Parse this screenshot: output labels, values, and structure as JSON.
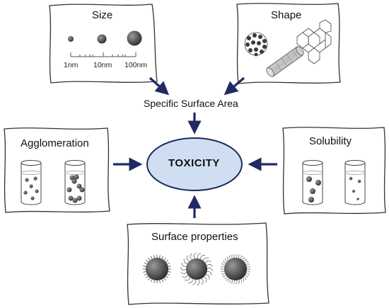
{
  "center": {
    "label": "TOXICITY"
  },
  "intermediate": {
    "label": "Specific Surface Area"
  },
  "factors": {
    "size": {
      "title": "Size",
      "scale_labels": [
        "1nm",
        "10nm",
        "100nm"
      ]
    },
    "shape": {
      "title": "Shape"
    },
    "agglomeration": {
      "title": "Agglomeration"
    },
    "solubility": {
      "title": "Solubility"
    },
    "surface": {
      "title": "Surface properties"
    }
  },
  "colors": {
    "ellipse_fill": "#cfdff1",
    "ellipse_stroke": "#1f2a63",
    "arrow": "#1f2a63",
    "box_stroke": "#333333",
    "particle": "#555555"
  }
}
